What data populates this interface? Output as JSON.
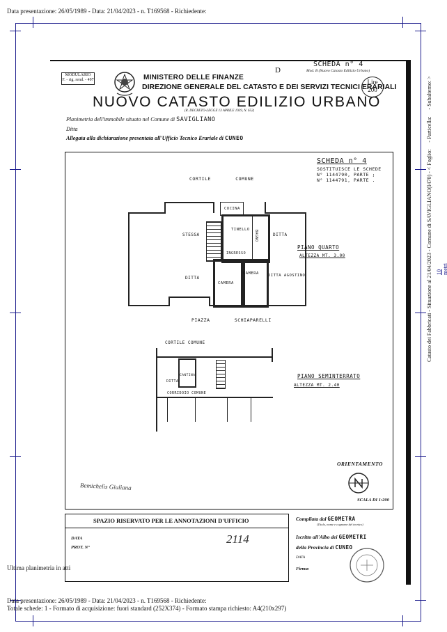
{
  "header": {
    "top_line": "Data presentazione: 26/05/1989 - Data: 21/04/2023 - n. T169568 - Richiedente:"
  },
  "side_text": {
    "main": "Catasto dei Fabbricati - Situazione al 21/04/2023 - Comune di SAVIGLIANO(I470) - < Foglio:",
    "particella": "- Particella:",
    "subalterno": "- Subalterno: >",
    "num": "10 metri"
  },
  "document": {
    "modulario": "MODULARIO",
    "modulario_sub": "F. - rig. rend. - 497",
    "ministry": "MINISTERO DELLE FINANZE",
    "direction": "DIREZIONE GENERALE DEL CATASTO E DEI SERVIZI TECNICI ERARIALI",
    "title": "NUOVO CATASTO EDILIZIO URBANO",
    "decree": "(R. DECRETO-LEGGE 13 APRILE 1939, N. 652)",
    "scheda_header": "SCHEDA n° 4",
    "mod": "Mod. B (Nuovo Catasto Edilizio Urbano)",
    "lire_label": "Lire",
    "lire_value": "200",
    "mark_d": "D",
    "planimetria_label": "Planimetria dell'immobile situato nel Comune di",
    "comune": "SAVIGLIANO",
    "ditta_label": "Ditta",
    "allegata_label": "Allegata alla dichiarazione presentata all'Ufficio Tecnico Erariale di",
    "ufficio": "CUNEO"
  },
  "plan": {
    "scheda": "SCHEDA n° 4",
    "sostituisce": "SOSTITUISCE LE SCHEDE",
    "ref1": "N° 1144790, PARTE ;",
    "ref2": "N° 1144791, PARTE .",
    "cortile_top": "CORTILE        COMUNE",
    "cucina": "CUCINA",
    "tinello": "TINELLO",
    "bagno": "BAGNO",
    "stessa": "STESSA",
    "ditta_right": "DITTA",
    "ingresso": "INGRESSO",
    "camera1": "CAMERA",
    "camera2": "CAMERA",
    "ditta_left": "DITTA",
    "ditta_agostino": "DITTA AGOSTINO",
    "piano_quarto": "PIANO QUARTO",
    "altezza_quarto": "ALTEZZA MT. 3.00",
    "piazza": "PIAZZA        SCHIAPARELLI",
    "cortile_semi": "CORTILE COMUNE",
    "cantina": "CANTINA",
    "ditta_semi": "DITTA",
    "corridoio": "CORRIDOIO COMUNE",
    "piano_semi": "PIANO SEMINTERRATO",
    "altezza_semi": "ALTEZZA MT. 2.40",
    "orientamento": "ORIENTAMENTO",
    "north": "N",
    "scala": "SCALA DI 1:200",
    "signature": "Bemichelis Giuliana"
  },
  "office": {
    "title": "SPAZIO RISERVATO PER LE ANNOTAZIONI D'UFFICIO",
    "data": "DATA",
    "prot": "PROT. N°",
    "stamp_number": "2114"
  },
  "compilata": {
    "label": "Compilata dal",
    "value": "GEOMETRA",
    "sub": "(Titolo, nome e cognome del tecnico)",
    "iscritto": "Iscritto all'Albo dei",
    "iscritto_value": "GEOMETRI",
    "provincia": "della Provincia di",
    "provincia_value": "CUNEO",
    "data": "DATA",
    "firma": "Firma:"
  },
  "footer": {
    "ultima": "Ultima planimetria in atti",
    "line1": "Data presentazione: 26/05/1989 - Data: 21/04/2023 - n. T169568 - Richiedente:",
    "line2": "Totale schede: 1 - Formato di acquisizione: fuori standard (252X374) - Formato stampa richiesto: A4(210x297)"
  }
}
